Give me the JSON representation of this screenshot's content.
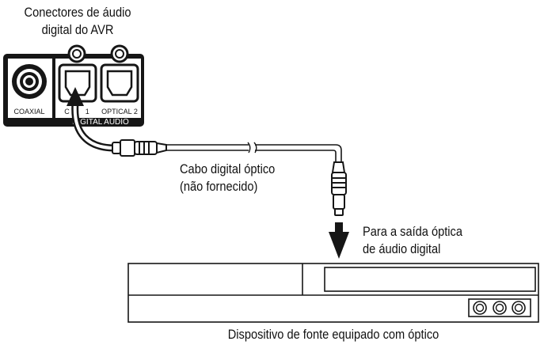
{
  "title_line1": "Conectores de áudio",
  "title_line2": "digital do AVR",
  "panel": {
    "coaxial_label": "COAXIAL",
    "optical1_label": "C        1",
    "optical2_label": "OPTICAL 2",
    "band_label": "DIGITAL AUDIO"
  },
  "cable_label_line1": "Cabo digital óptico",
  "cable_label_line2": "(não fornecido)",
  "output_label_line1": "Para a saída óptica",
  "output_label_line2": "de áudio digital",
  "device_caption": "Dispositivo de fonte equipado com óptico",
  "colors": {
    "ink": "#111111",
    "background": "#ffffff"
  }
}
